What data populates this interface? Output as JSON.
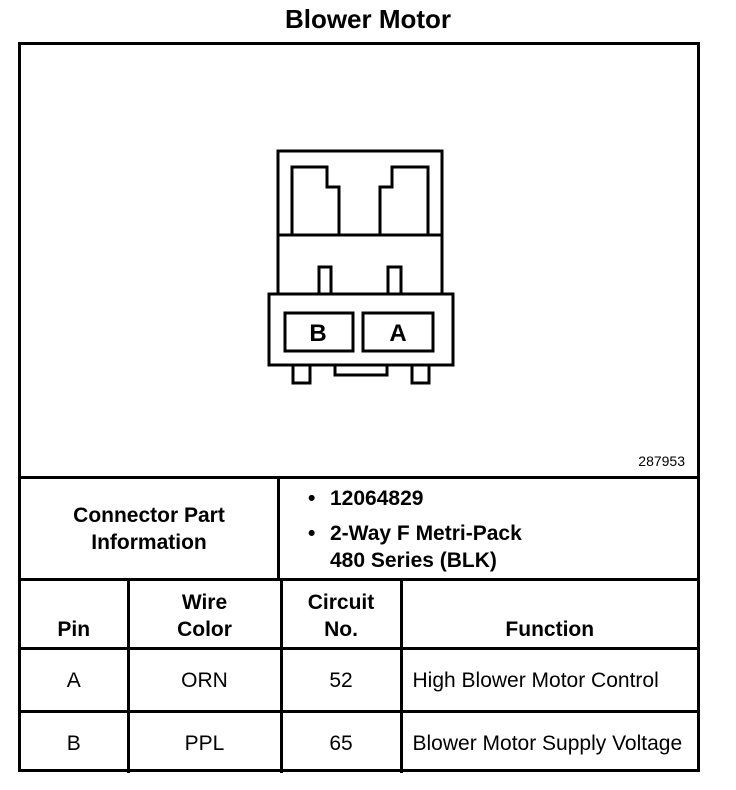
{
  "title": "Blower Motor",
  "figure_id": "287953",
  "connector": {
    "cavity_labels": [
      "B",
      "A"
    ]
  },
  "connector_info": {
    "label": "Connector Part\nInformation",
    "items": [
      "12064829",
      "2-Way F Metri-Pack\n480 Series (BLK)"
    ]
  },
  "table": {
    "headers": [
      "Pin",
      "Wire\nColor",
      "Circuit\nNo.",
      "Function"
    ],
    "rows": [
      {
        "pin": "A",
        "wire_color": "ORN",
        "circuit": "52",
        "function": "High Blower Motor Control"
      },
      {
        "pin": "B",
        "wire_color": "PPL",
        "circuit": "65",
        "function": "Blower Motor Supply Voltage"
      }
    ]
  }
}
